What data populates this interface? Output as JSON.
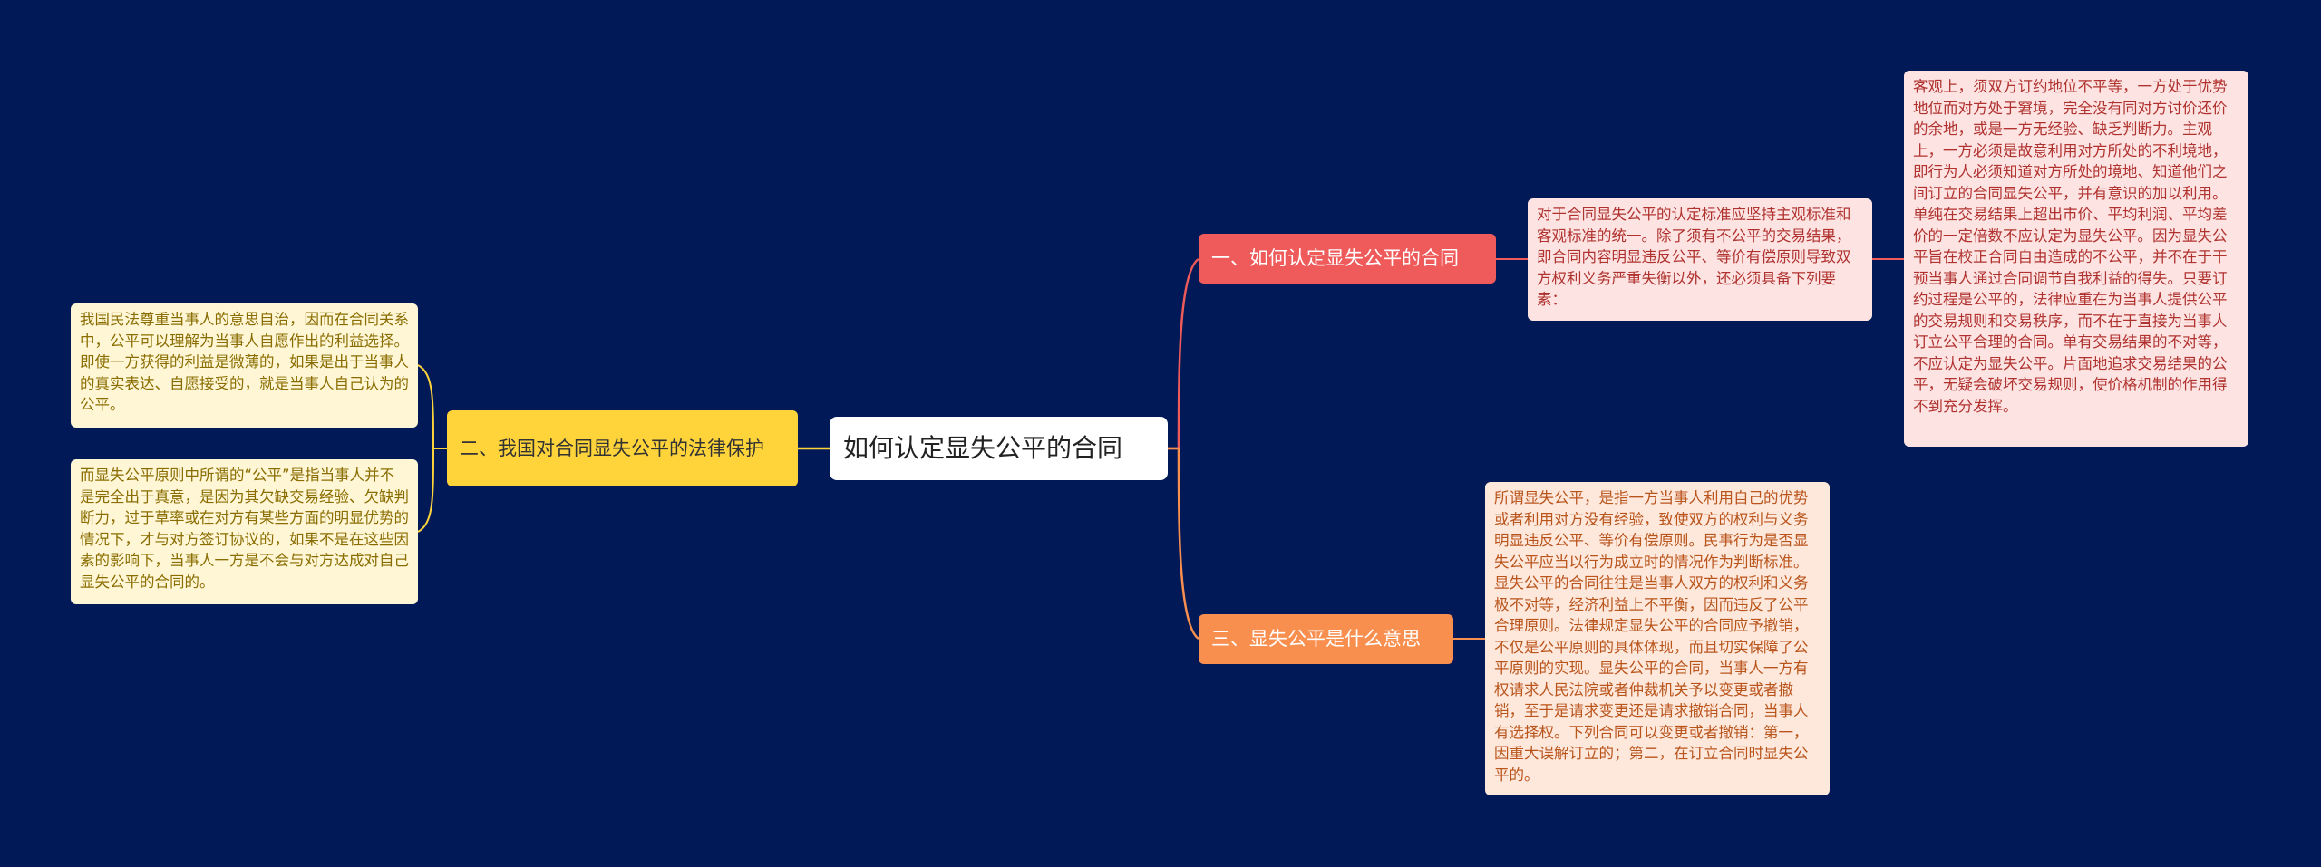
{
  "colors": {
    "background": "#011a57",
    "branch_red": "#ef5a5a",
    "branch_yellow": "#ffd43b",
    "branch_orange": "#f88f4e",
    "link_red": "#ef5a5a",
    "link_yellow": "#ffd43b",
    "link_orange": "#f88f4e"
  },
  "mindmap": {
    "root": {
      "title": "如何认定显失公平的合同"
    },
    "branch1": {
      "title": "一、如何认定显失公平的合同",
      "child": "对于合同显失公平的认定标准应坚持主观标准和客观标准的统一。除了须有不公平的交易结果，即合同内容明显违反公平、等价有偿原则导致双方权利义务严重失衡以外，还必须具备下列要素：",
      "grandchild": "客观上，须双方订约地位不平等，一方处于优势地位而对方处于窘境，完全没有同对方讨价还价的余地，或是一方无经验、缺乏判断力。主观上，一方必须是故意利用对方所处的不利境地，即行为人必须知道对方所处的境地、知道他们之间订立的合同显失公平，并有意识的加以利用。单纯在交易结果上超出市价、平均利润、平均差价的一定倍数不应认定为显失公平。因为显失公平旨在校正合同自由造成的不公平，并不在于干预当事人通过合同调节自我利益的得失。只要订约过程是公平的，法律应重在为当事人提供公平的交易规则和交易秩序，而不在于直接为当事人订立公平合理的合同。单有交易结果的不对等，不应认定为显失公平。片面地追求交易结果的公平，无疑会破坏交易规则，使价格机制的作用得不到充分发挥。"
    },
    "branch2": {
      "title": "二、我国对合同显失公平的法律保护",
      "children": [
        "我国民法尊重当事人的意思自治，因而在合同关系中，公平可以理解为当事人自愿作出的利益选择。即使一方获得的利益是微薄的，如果是出于当事人的真实表达、自愿接受的，就是当事人自己认为的公平。",
        "而显失公平原则中所谓的“公平”是指当事人并不是完全出于真意，是因为其欠缺交易经验、欠缺判断力，过于草率或在对方有某些方面的明显优势的情况下，才与对方签订协议的，如果不是在这些因素的影响下，当事人一方是不会与对方达成对自己显失公平的合同的。"
      ]
    },
    "branch3": {
      "title": "三、显失公平是什么意思",
      "child": "所谓显失公平，是指一方当事人利用自己的优势或者利用对方没有经验，致使双方的权利与义务明显违反公平、等价有偿原则。民事行为是否显失公平应当以行为成立时的情况作为判断标准。显失公平的合同往往是当事人双方的权利和义务极不对等，经济利益上不平衡，因而违反了公平合理原则。法律规定显失公平的合同应予撤销，不仅是公平原则的具体体现，而且切实保障了公平原则的实现。显失公平的合同，当事人一方有权请求人民法院或者仲裁机关予以变更或者撤销，至于是请求变更还是请求撤销合同，当事人有选择权。下列合同可以变更或者撤销：第一，因重大误解订立的；第二，在订立合同时显失公平的。"
    }
  }
}
